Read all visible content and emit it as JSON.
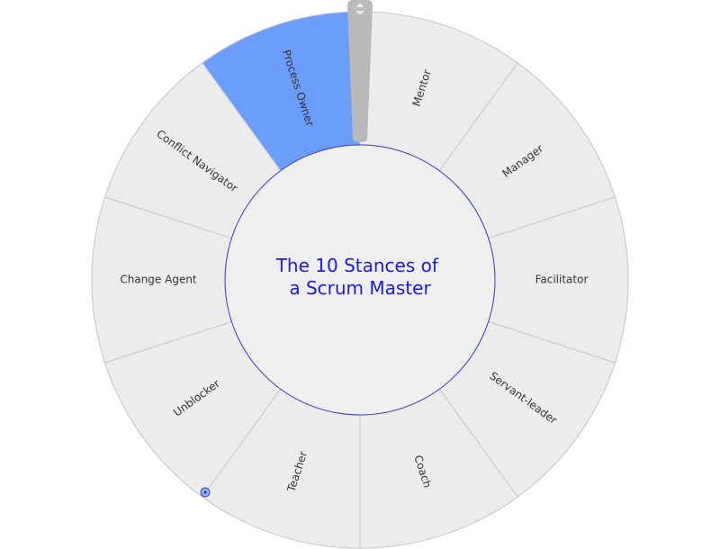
{
  "wheel": {
    "title_lines": [
      "The 10 Stances of",
      "a Scrum Master"
    ],
    "selected_index": 9,
    "colors": {
      "segment_fill": "#ececec",
      "segment_stroke": "#c9c9c9",
      "outer_stroke": "#cfcfcf",
      "selected_fill": "#6b9dfd",
      "center_stroke": "#3838c8",
      "center_fill": "#efefef",
      "title_color": "#1a1aee",
      "pointer_fill": "#b9b9b9"
    },
    "segments": [
      {
        "label": "Mentor"
      },
      {
        "label": "Manager"
      },
      {
        "label": "Facilitator"
      },
      {
        "label": "Servant-leader"
      },
      {
        "label": "Coach"
      },
      {
        "label": "Teacher"
      },
      {
        "label": "Unblocker"
      },
      {
        "label": "Change Agent"
      },
      {
        "label": "Conflict Navigator"
      },
      {
        "label": "Process Owner"
      }
    ]
  }
}
